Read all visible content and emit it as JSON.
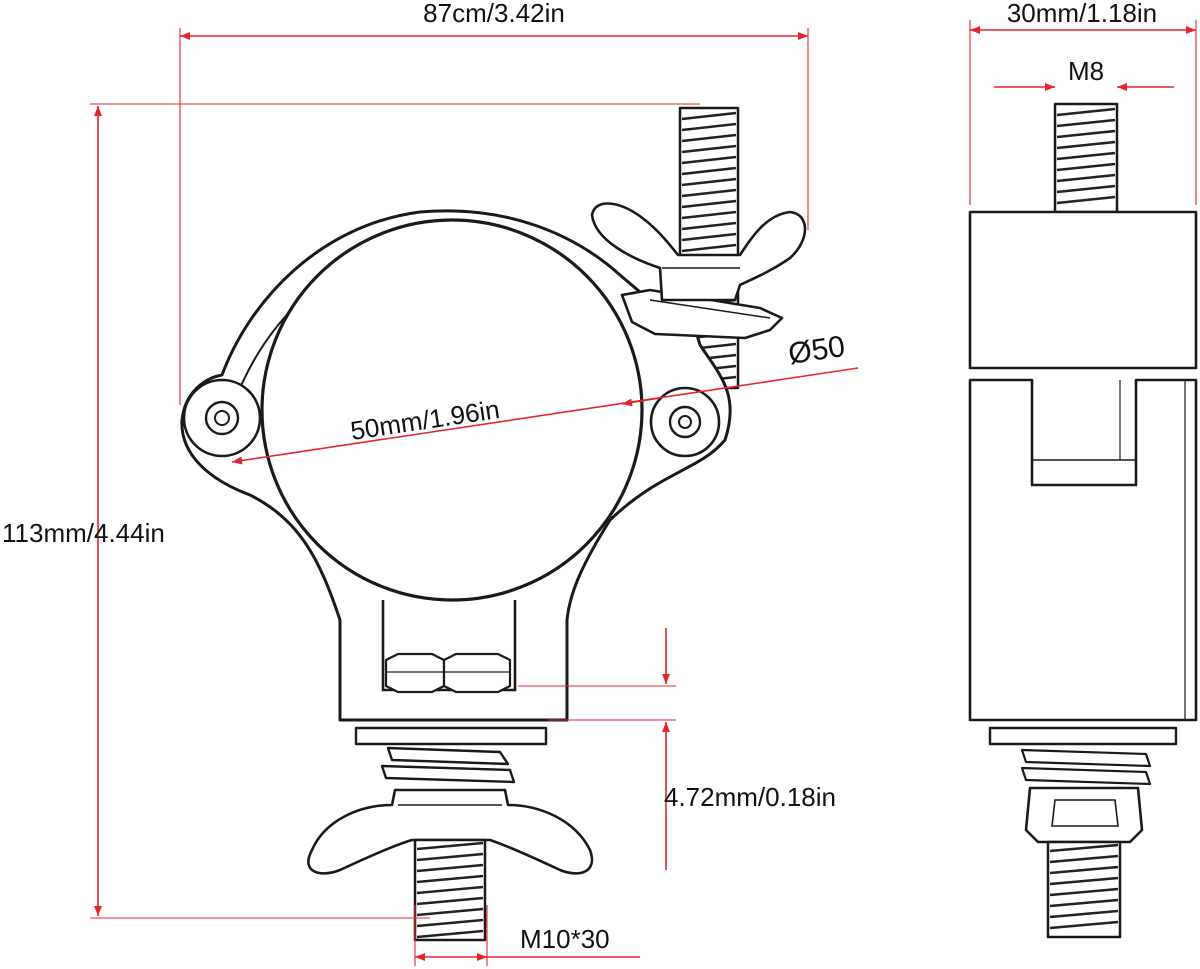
{
  "colors": {
    "dimension": "#e2262c",
    "outline": "#1a1a1a",
    "background": "#ffffff"
  },
  "dimensions": {
    "overall_width": "87cm/3.42in",
    "overall_height": "113mm/4.44in",
    "tube_diameter": "50mm/1.96in",
    "diameter_symbol": "Ø50",
    "gap": "4.72mm/0.18in",
    "bottom_bolt": "M10*30",
    "side_width": "30mm/1.18in",
    "top_bolt": "M8"
  }
}
